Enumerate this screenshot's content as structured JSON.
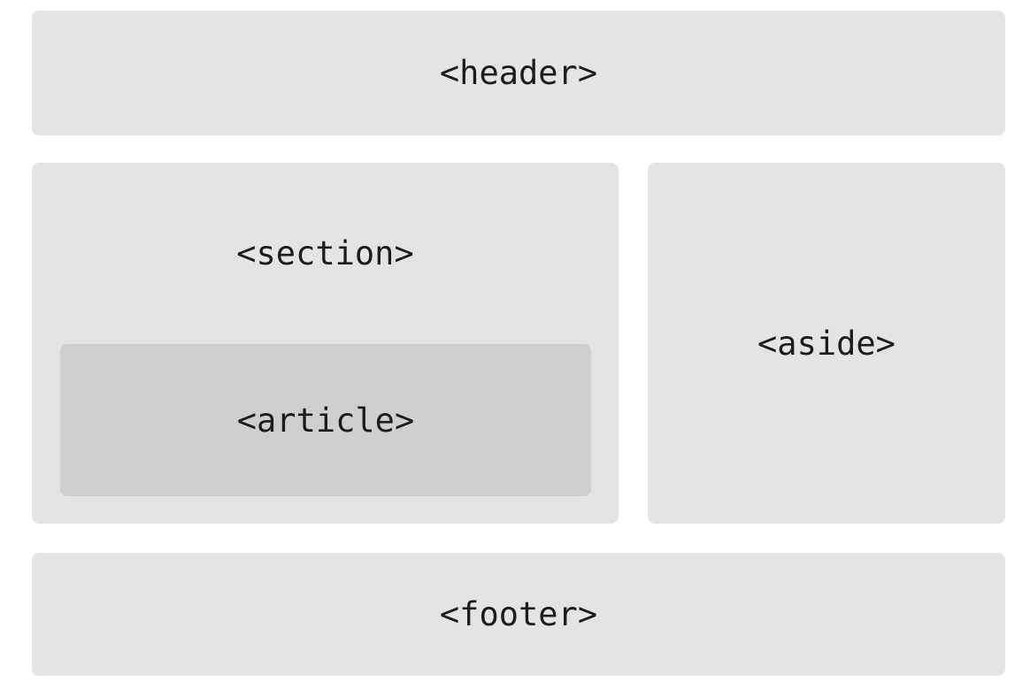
{
  "diagram": {
    "header": {
      "label": "<header>"
    },
    "section": {
      "label": "<section>"
    },
    "article": {
      "label": "<article>"
    },
    "aside": {
      "label": "<aside>"
    },
    "footer": {
      "label": "<footer>"
    }
  },
  "colors": {
    "page_bg": "#ffffff",
    "box_bg": "#e4e4e4",
    "article_bg": "#cfcfcf",
    "label_text": "#1c1c1c"
  }
}
